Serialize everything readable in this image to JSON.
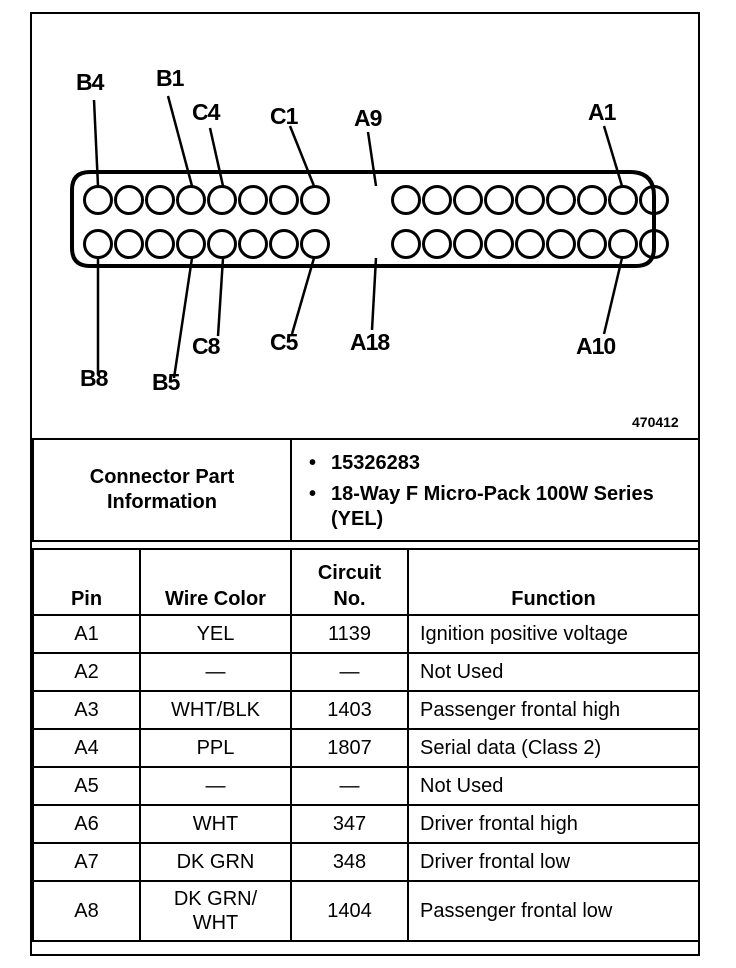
{
  "diagram": {
    "reference_number": "470412",
    "callouts": {
      "b4": "B4",
      "b1": "B1",
      "c4": "C4",
      "c1": "C1",
      "a9": "A9",
      "a1": "A1",
      "b8": "B8",
      "b5": "B5",
      "c8": "C8",
      "c5": "C5",
      "a18": "A18",
      "a10": "A10"
    }
  },
  "connector_info": {
    "title_line1": "Connector Part",
    "title_line2": "Information",
    "items": [
      "15326283",
      "18-Way F Micro-Pack 100W Series (YEL)"
    ]
  },
  "pin_table": {
    "headers": {
      "pin": "Pin",
      "wire_color": "Wire Color",
      "circuit_line1": "Circuit",
      "circuit_line2": "No.",
      "function": "Function"
    },
    "rows": [
      {
        "pin": "A1",
        "wire_color": "YEL",
        "circuit": "1139",
        "function": "Ignition positive voltage"
      },
      {
        "pin": "A2",
        "wire_color": "—",
        "circuit": "—",
        "function": "Not Used"
      },
      {
        "pin": "A3",
        "wire_color": "WHT/BLK",
        "circuit": "1403",
        "function": "Passenger frontal high"
      },
      {
        "pin": "A4",
        "wire_color": "PPL",
        "circuit": "1807",
        "function": "Serial data (Class 2)"
      },
      {
        "pin": "A5",
        "wire_color": "—",
        "circuit": "—",
        "function": "Not Used"
      },
      {
        "pin": "A6",
        "wire_color": "WHT",
        "circuit": "347",
        "function": "Driver frontal high"
      },
      {
        "pin": "A7",
        "wire_color": "DK GRN",
        "circuit": "348",
        "function": "Driver frontal low"
      },
      {
        "pin": "A8",
        "wire_color_line1": "DK GRN/",
        "wire_color_line2": "WHT",
        "circuit": "1404",
        "function": "Passenger frontal low"
      }
    ]
  }
}
